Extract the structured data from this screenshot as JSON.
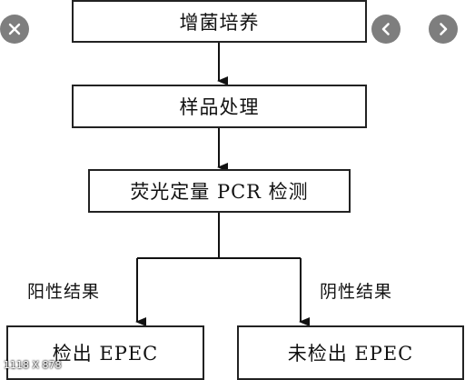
{
  "viewer": {
    "close_icon": "close-icon",
    "prev_icon": "chevron-left-icon",
    "next_icon": "chevron-right-icon",
    "image_dimensions": "1118 X 878",
    "overlay_color": "#5a5a5a"
  },
  "flowchart": {
    "steps": [
      {
        "label": "增菌培养"
      },
      {
        "label": "样品处理"
      },
      {
        "label": "荧光定量 PCR 检测"
      }
    ],
    "branches": [
      {
        "condition": "阳性结果",
        "outcome": "检出 EPEC"
      },
      {
        "condition": "阴性结果",
        "outcome": "未检出 EPEC"
      }
    ]
  }
}
